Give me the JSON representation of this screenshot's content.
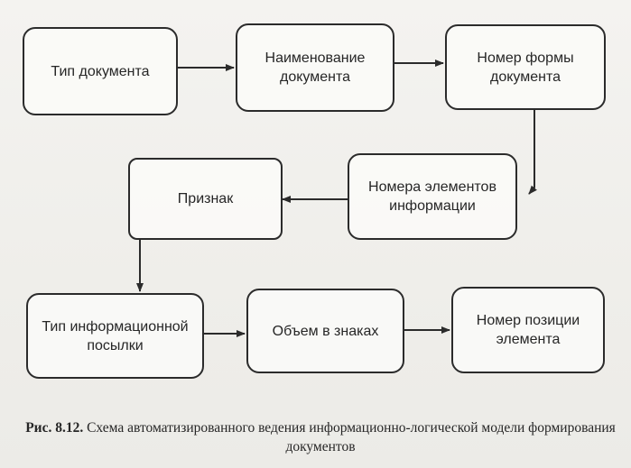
{
  "nodes": {
    "doc_type": "Тип документа",
    "name": "Наименование документа",
    "form_number": "Номер формы документа",
    "element_numbers": "Номера элементов информации",
    "attribute": "Признак",
    "info_message_type": "Тип информационной посылки",
    "size_in_chars": "Объем в знаках",
    "position_number": "Номер позиции элемента"
  },
  "caption": {
    "label": "Рис. 8.12.",
    "text": "Схема автоматизированного ведения информационно-логической модели формирования документов"
  }
}
